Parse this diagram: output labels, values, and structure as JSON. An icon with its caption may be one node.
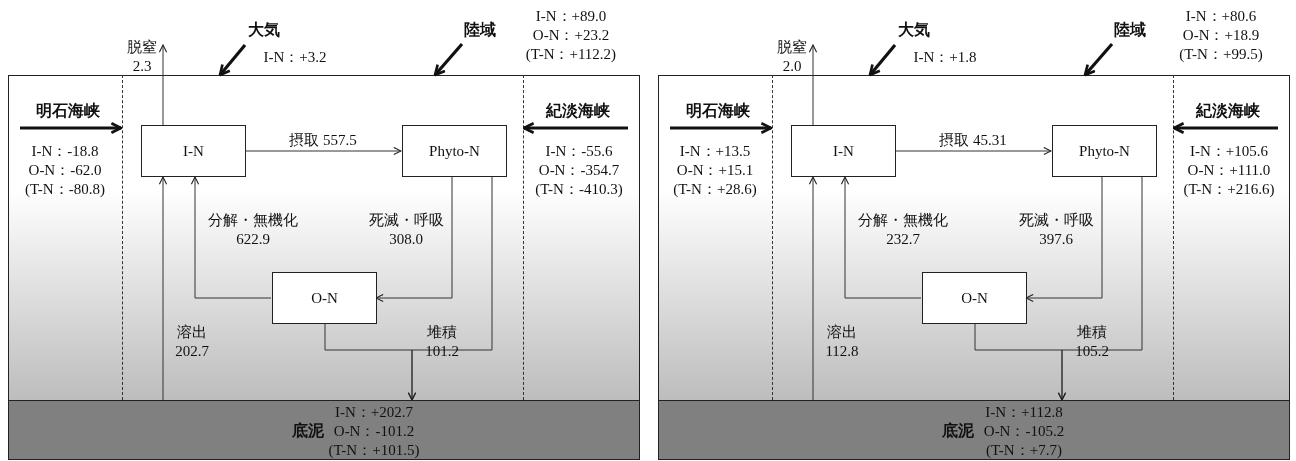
{
  "diagram": {
    "nodes": [
      {
        "text": [
          "大気"
        ],
        "beside": [
          "I-N：+3.2"
        ]
      },
      {
        "text": [
          "陸域"
        ],
        "beside": [
          "I-N：+89.0 O-N：+23.2 (T-N：+112.2)"
        ]
      },
      {
        "text": [],
        "shape": "box"
      },
      {
        "text": [
          "明石海峡"
        ],
        "beside": [
          "I-N：-18.8 O-N：-62.0 (T-N：-80.8)"
        ]
      },
      {
        "text": [
          "I-N"
        ],
        "in": 2
      },
      {
        "text": [
          "Phyto-N"
        ],
        "in": 2
      },
      {
        "text": [
          "紀淡海峡"
        ],
        "beside": [
          "I-N：-55.6 O-N：-354.7 (T-N：-410.3)"
        ]
      },
      {
        "text": [
          "O-N"
        ],
        "in": 2
      },
      {
        "text": [
          "底泥",
          "I-N：+202.7 O-N：-101.2 (T-N：+101.5)"
        ]
      },
      {
        "text": [
          "大気"
        ],
        "beside": [
          "I-N：+1.8"
        ]
      },
      {
        "text": [
          "陸域"
        ],
        "beside": [
          "I-N：+80.6 O-N：+18.9 (T-N：+99.5)"
        ]
      },
      {
        "text": [],
        "shape": "box"
      },
      {
        "text": [
          "明石海峡"
        ],
        "beside": [
          "I-N：+13.5 O-N：+15.1 (T-N：+28.6)"
        ]
      },
      {
        "text": [
          "I-N"
        ],
        "in": 11
      },
      {
        "text": [
          "Phyto-N"
        ],
        "in": 11
      },
      {
        "text": [
          "紀淡海峡"
        ],
        "beside": [
          "I-N：+105.6 O-N：+111.0 (T-N：+216.6)"
        ]
      },
      {
        "text": [
          "O-N"
        ],
        "in": 11
      },
      {
        "text": [
          "底泥",
          "I-N：+112.8 O-N：-105.2 (T-N：+7.7)"
        ]
      }
    ],
    "edges": [
      {
        "from": 0,
        "to": 2,
        "arrow": "to",
        "style": "thick"
      },
      {
        "from": 1,
        "to": 2,
        "arrow": "to",
        "style": "thick"
      },
      {
        "from": 3,
        "to": 2,
        "arrow": "to",
        "style": "thick"
      },
      {
        "from": 6,
        "to": 2,
        "arrow": "to",
        "style": "thick"
      },
      {
        "from": 4,
        "to": null,
        "arrow": "to",
        "label": "脱窒 2.3"
      },
      {
        "from": 4,
        "to": 5,
        "arrow": "to",
        "label": "摂取 557.5"
      },
      {
        "from": 5,
        "to": 7,
        "arrow": "to",
        "label": "死滅・呼吸 308.0"
      },
      {
        "from": 7,
        "to": 4,
        "arrow": "to",
        "label": "分解・無機化 622.9"
      },
      {
        "from": 7,
        "to": 8,
        "arrow": "to",
        "label": "堆積 101.2"
      },
      {
        "from": 5,
        "to": 8,
        "arrow": "to"
      },
      {
        "from": 8,
        "to": 4,
        "arrow": "to",
        "label": "溶出 202.7"
      },
      {
        "from": 9,
        "to": 11,
        "arrow": "to",
        "style": "thick"
      },
      {
        "from": 10,
        "to": 11,
        "arrow": "to",
        "style": "thick"
      },
      {
        "from": 12,
        "to": 11,
        "arrow": "to",
        "style": "thick"
      },
      {
        "from": 15,
        "to": 11,
        "arrow": "to",
        "style": "thick"
      },
      {
        "from": 13,
        "to": null,
        "arrow": "to",
        "label": "脱窒 2.0"
      },
      {
        "from": 13,
        "to": 14,
        "arrow": "to",
        "label": "摂取 45.31"
      },
      {
        "from": 14,
        "to": 16,
        "arrow": "to",
        "label": "死滅・呼吸 397.6"
      },
      {
        "from": 16,
        "to": 13,
        "arrow": "to",
        "label": "分解・無機化 232.7"
      },
      {
        "from": 16,
        "to": 17,
        "arrow": "to",
        "label": "堆積 105.2"
      },
      {
        "from": 14,
        "to": 17,
        "arrow": "to"
      },
      {
        "from": 17,
        "to": 13,
        "arrow": "to",
        "label": "溶出 112.8"
      }
    ]
  }
}
